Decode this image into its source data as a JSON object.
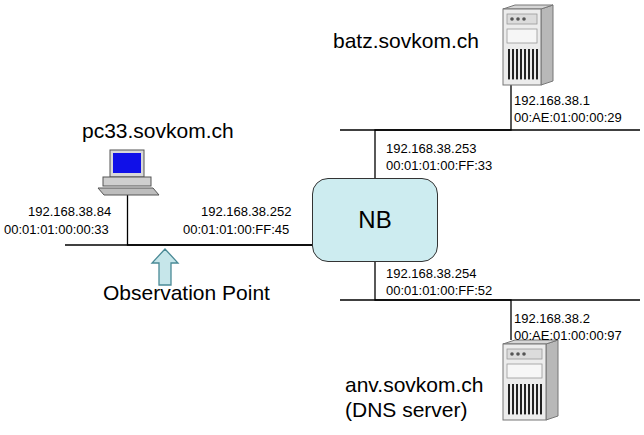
{
  "diagram": {
    "nodes": [
      {
        "text": [
          "batz.sovkom.ch"
        ]
      },
      {
        "text": [
          "pc33.sovkom.ch"
        ]
      },
      {
        "text": [
          "NB"
        ]
      },
      {
        "text": [
          "anv.sovkom.ch (DNS server)"
        ]
      }
    ],
    "edges": [
      {
        "from": 1,
        "to": 2,
        "arrow": "none"
      },
      {
        "from": 2,
        "to": 0,
        "arrow": "none"
      },
      {
        "from": 2,
        "to": 3,
        "arrow": "none"
      }
    ],
    "labels": [
      "192.168.38.1",
      "00:AE:01:00:00:29",
      "192.168.38.253",
      "00:01:01:00:FF:33",
      "192.168.38.84",
      "192.168.38.252",
      "00:01:01:00:00:33",
      "00:01:01:00:FF:45",
      "192.168.38.254",
      "00:01:01:00:FF:52",
      "Observation Point",
      "192.168.38.2",
      "00:AE:01:00:00:97"
    ]
  }
}
